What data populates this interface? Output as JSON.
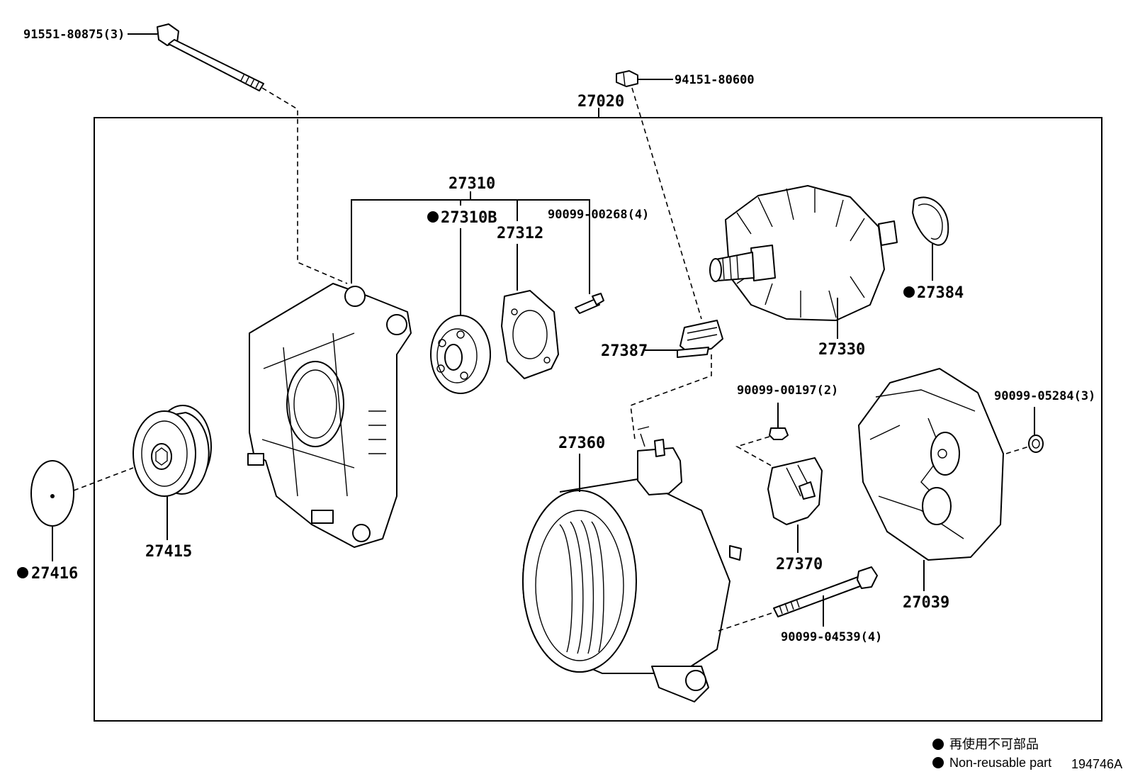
{
  "labels": {
    "p91551": "91551-80875(3)",
    "p94151": "94151-80600",
    "p27020": "27020",
    "p27310": "27310",
    "p27310B": "27310B",
    "p27312": "27312",
    "p90099_00268": "90099-00268(4)",
    "p27384": "27384",
    "p27387": "27387",
    "p27330": "27330",
    "p90099_00197": "90099-00197(2)",
    "p90099_05284": "90099-05284(3)",
    "p27360": "27360",
    "p27415": "27415",
    "p27416": "27416",
    "p27370": "27370",
    "p27039": "27039",
    "p90099_04539": "90099-04539(4)"
  },
  "legend": {
    "jp": "再使用不可部品",
    "en": "Non-reusable part"
  },
  "diagram_id": "194746A"
}
